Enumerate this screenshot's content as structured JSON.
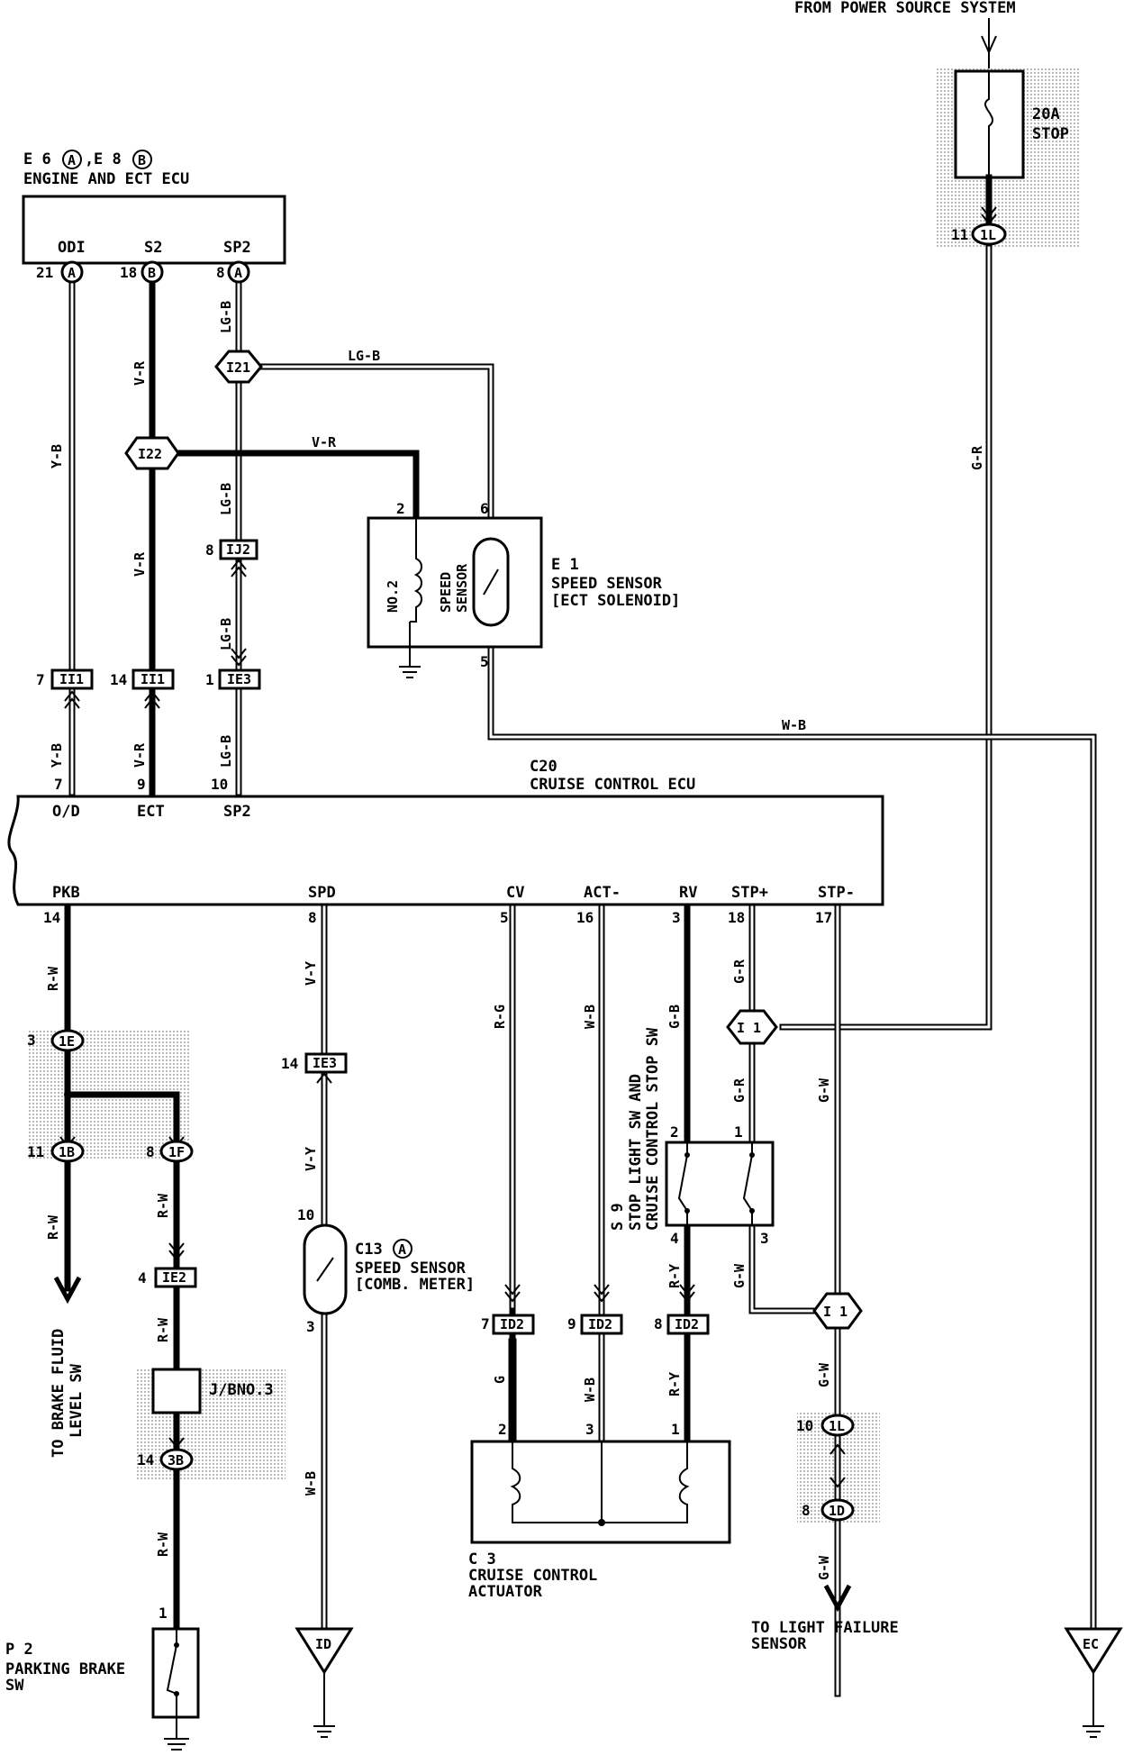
{
  "header": {
    "power_source": "FROM POWER SOURCE SYSTEM"
  },
  "fuse": {
    "rating": "20A",
    "name": "STOP"
  },
  "engine_ecu": {
    "code_a": "E 6",
    "badge_a": "A",
    "code_b": "E 8",
    "badge_b": "B",
    "name": "ENGINE AND ECT ECU",
    "terminals": [
      {
        "name": "ODI",
        "pin": "21",
        "badge": "A"
      },
      {
        "name": "S2",
        "pin": "18",
        "badge": "B"
      },
      {
        "name": "SP2",
        "pin": "8",
        "badge": "A"
      }
    ]
  },
  "speed_sensor_e1": {
    "code": "E 1",
    "name": "SPEED SENSOR",
    "sub": "[ECT SOLENOID]",
    "solenoid_label": "NO.2",
    "sensor_label_1": "SPEED",
    "sensor_label_2": "SENSOR",
    "pins": [
      "2",
      "6",
      "5"
    ]
  },
  "cruise_ecu": {
    "code": "C20",
    "name": "CRUISE CONTROL ECU",
    "top_terminals": [
      {
        "name": "O/D",
        "pin": "7"
      },
      {
        "name": "ECT",
        "pin": "9"
      },
      {
        "name": "SP2",
        "pin": "10"
      }
    ],
    "bottom_terminals": [
      {
        "name": "PKB",
        "pin": "14"
      },
      {
        "name": "SPD",
        "pin": "8"
      },
      {
        "name": "CV",
        "pin": "5"
      },
      {
        "name": "ACT-",
        "pin": "16"
      },
      {
        "name": "RV",
        "pin": "3"
      },
      {
        "name": "STP+",
        "pin": "18"
      },
      {
        "name": "STP-",
        "pin": "17"
      }
    ]
  },
  "connectors": {
    "ii1_a": {
      "label": "II1",
      "pin": "7"
    },
    "ii1_b": {
      "label": "II1",
      "pin": "14"
    },
    "ie3_top": {
      "label": "IE3",
      "pin": "1"
    },
    "ij2": {
      "label": "IJ2",
      "pin": "8"
    },
    "ie3_spd": {
      "label": "IE3",
      "pin": "14"
    },
    "ie2": {
      "label": "IE2",
      "pin": "4"
    },
    "id2_a": {
      "label": "ID2",
      "pin": "7"
    },
    "id2_b": {
      "label": "ID2",
      "pin": "9"
    },
    "id2_c": {
      "label": "ID2",
      "pin": "8"
    }
  },
  "junctions": {
    "i21": "I21",
    "i22": "I22",
    "i1_top": "I 1",
    "i1_bottom": "I 1"
  },
  "jb_connectors": {
    "p1l_top": {
      "label": "1L",
      "pin": "11"
    },
    "p1e": {
      "label": "1E",
      "pin": "3"
    },
    "p1b": {
      "label": "1B",
      "pin": "11"
    },
    "p1f": {
      "label": "1F",
      "pin": "8"
    },
    "p3b": {
      "label": "3B",
      "pin": "14"
    },
    "p1l_bottom": {
      "label": "1L",
      "pin": "10"
    },
    "p1d": {
      "label": "1D",
      "pin": "8"
    }
  },
  "wire_colors": {
    "yb": "Y-B",
    "vr": "V-R",
    "lgb": "LG-B",
    "wb": "W-B",
    "gr": "G-R",
    "rw": "R-W",
    "vy": "V-Y",
    "rg": "R-G",
    "gb": "G-B",
    "ry": "R-Y",
    "gw": "G-W",
    "g": "G"
  },
  "stop_switch": {
    "code": "S 9",
    "line1": "STOP LIGHT SW AND",
    "line2": "CRUISE CONTROL STOP SW",
    "pins": [
      "2",
      "1",
      "4",
      "3"
    ]
  },
  "speed_sensor_c13": {
    "code": "C13",
    "badge": "A",
    "name": "SPEED SENSOR",
    "sub": "[COMB. METER]",
    "pins": [
      "10",
      "3"
    ]
  },
  "jb3": {
    "label": "J/BNO.3"
  },
  "actuator": {
    "code": "C 3",
    "line1": "CRUISE CONTROL",
    "line2": "ACTUATOR",
    "pins": [
      "2",
      "3",
      "1"
    ]
  },
  "parking_brake": {
    "code": "P 2",
    "line1": "PARKING BRAKE",
    "line2": "SW",
    "pin": "1"
  },
  "brake_fluid": {
    "line1": "TO BRAKE FLUID",
    "line2": "LEVEL SW"
  },
  "light_failure": {
    "line1": "TO LIGHT FAILURE",
    "line2": "SENSOR"
  },
  "grounds": {
    "id": "ID",
    "ec": "EC"
  }
}
